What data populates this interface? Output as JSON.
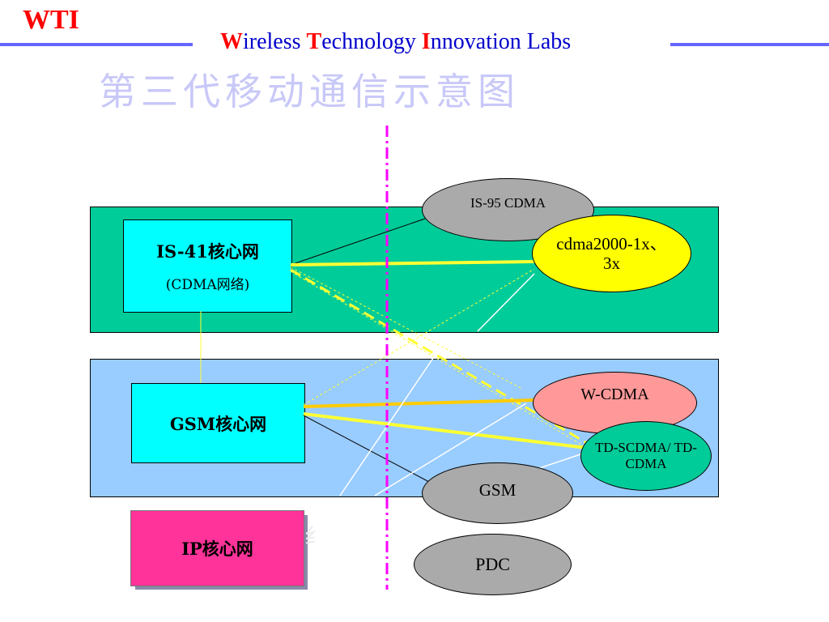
{
  "header": {
    "logo": "WTI",
    "lab_name": {
      "w_cap": "W",
      "w_rest": "ireless ",
      "t_cap": "T",
      "t_rest": "echnology ",
      "i_cap": "I",
      "i_rest": "nnovation Labs"
    }
  },
  "title": "第三代移动通信示意图",
  "core_networks": {
    "is41": {
      "label": "IS-41核心网",
      "sub": "(CDMA网络)"
    },
    "gsm": {
      "label": "GSM核心网"
    },
    "ip": {
      "label": "IP核心网"
    }
  },
  "technologies": {
    "is95": "IS-95  CDMA",
    "cdma2000": "cdma2000-1x、3x",
    "wcdma": "W-CDMA",
    "tdscdma": "TD-SCDMA/ TD-CDMA",
    "gsm": "GSM",
    "pdc": "PDC"
  },
  "colors": {
    "logo": "#ff0000",
    "accent_line": "#6666ff",
    "cdma_panel": "#00cc99",
    "gsm_panel": "#99ccff",
    "core_box": "#00ffff",
    "ip_box": "#ff3399",
    "divider": "#ff00ff",
    "link_yellow": "#ffff33",
    "link_orange": "#ffcc00"
  }
}
